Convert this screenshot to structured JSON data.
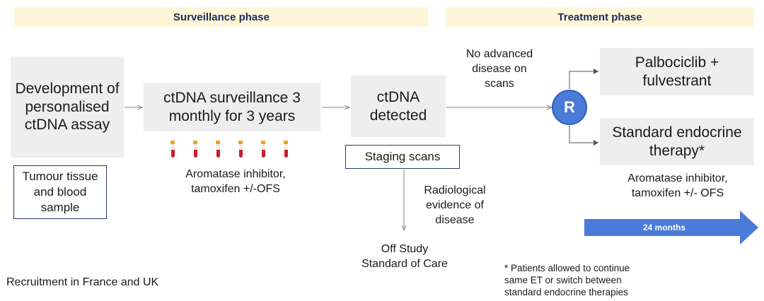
{
  "phases": {
    "surveillance": "Surveillance phase",
    "treatment": "Treatment phase"
  },
  "boxes": {
    "assay": "Development of\npersonalised\nctDNA assay",
    "surveillance": "ctDNA surveillance 3\nmonthly for 3 years",
    "detected": "ctDNA\ndetected",
    "palbociclib": "Palbociclib +\nfulvestrant",
    "endocrine": "Standard endocrine\ntherapy*"
  },
  "outline_boxes": {
    "tumour_sample": "Tumour tissue\nand blood\nsample",
    "staging_scans": "Staging scans"
  },
  "labels": {
    "surveillance_drugs": "Aromatase inhibitor,\ntamoxifen +/-OFS",
    "no_advanced": "No advanced\ndisease on\nscans",
    "radiological": "Radiological\nevidence of\ndisease",
    "off_study": "Off Study\nStandard of Care",
    "treatment_drugs": "Aromatase inhibitor,\ntamoxifen +/- OFS",
    "duration": "24 months",
    "footnote": "* Patients allowed to continue\nsame ET or switch between\nstandard endocrine therapies",
    "recruitment": "Recruitment in France and UK"
  },
  "randomisation": "R",
  "colors": {
    "band": "#fdf6d8",
    "box_grey": "#eeeeee",
    "outline": "#2b3a6b",
    "r_circle": "#4a7bd8",
    "duration_arrow": "#4a7bd8",
    "tube_blood": "#c8202a",
    "tube_cap": "#f0a020"
  },
  "icons": [
    "blood-tube-icon"
  ]
}
